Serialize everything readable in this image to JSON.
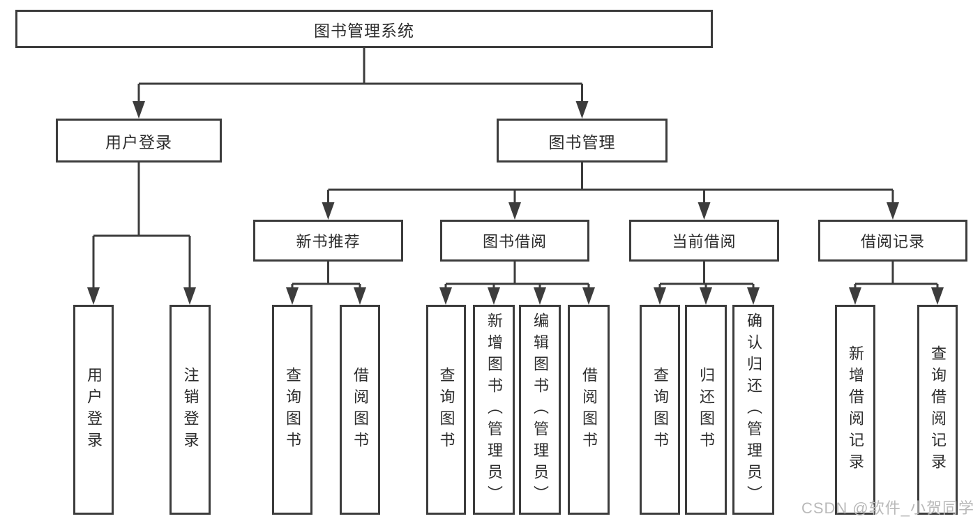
{
  "tree": {
    "label": "图书管理系统",
    "children": [
      {
        "label": "用户登录",
        "children": [
          {
            "label": "用户登录"
          },
          {
            "label": "注销登录"
          }
        ]
      },
      {
        "label": "图书管理",
        "children": [
          {
            "label": "新书推荐",
            "children": [
              {
                "label": "查询图书"
              },
              {
                "label": "借阅图书"
              }
            ]
          },
          {
            "label": "图书借阅",
            "children": [
              {
                "label": "查询图书"
              },
              {
                "label": "新增图书（管理员）"
              },
              {
                "label": "编辑图书（管理员）"
              },
              {
                "label": "借阅图书"
              }
            ]
          },
          {
            "label": "当前借阅",
            "children": [
              {
                "label": "查询图书"
              },
              {
                "label": "归还图书"
              },
              {
                "label": "确认归还（管理员）"
              }
            ]
          },
          {
            "label": "借阅记录",
            "children": [
              {
                "label": "新增借阅记录"
              },
              {
                "label": "查询借阅记录"
              }
            ]
          }
        ]
      }
    ]
  },
  "colors": {
    "line": "#3c3c3c",
    "text": "#2d2d2d",
    "watermark_text": "#b9b9b9",
    "background": "#ffffff"
  },
  "watermark": "CSDN @软件_小贺同学"
}
